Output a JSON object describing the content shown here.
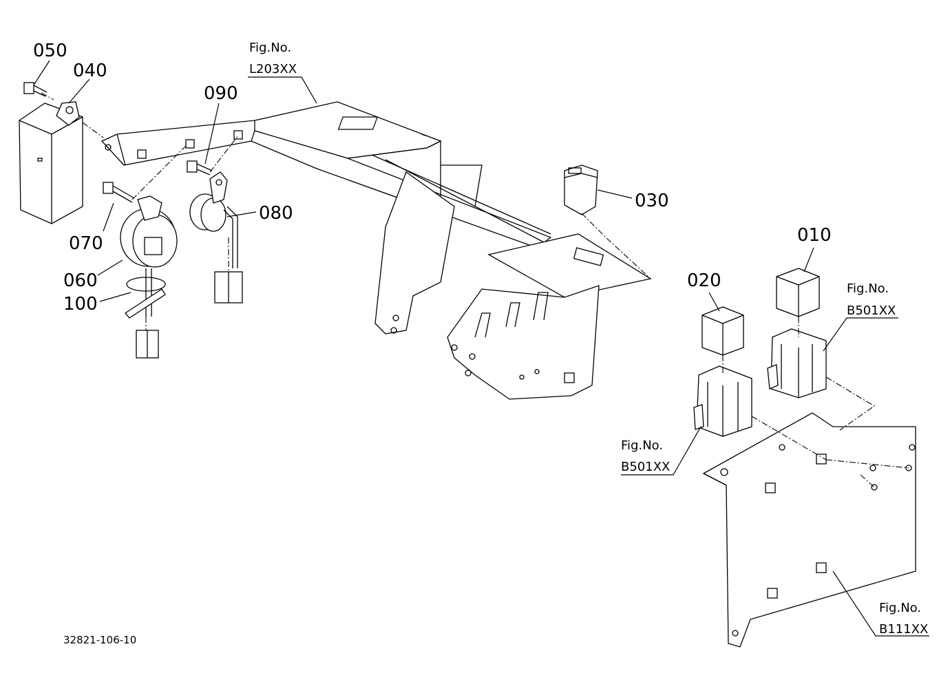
{
  "parts": [
    {
      "id": "part-050",
      "label": "050"
    },
    {
      "id": "part-040",
      "label": "040"
    },
    {
      "id": "part-090",
      "label": "090"
    },
    {
      "id": "part-080",
      "label": "080"
    },
    {
      "id": "part-070",
      "label": "070"
    },
    {
      "id": "part-060",
      "label": "060"
    },
    {
      "id": "part-100",
      "label": "100"
    },
    {
      "id": "part-030",
      "label": "030"
    },
    {
      "id": "part-010",
      "label": "010"
    },
    {
      "id": "part-020",
      "label": "020"
    }
  ],
  "figure_refs": [
    {
      "prefix": "Fig.No.",
      "code": "L203XX"
    },
    {
      "prefix": "Fig.No.",
      "code": "B501XX"
    },
    {
      "prefix": "Fig.No.",
      "code": "B501XX"
    },
    {
      "prefix": "Fig.No.",
      "code": "B111XX"
    }
  ],
  "drawing_number": "32821-106-10"
}
